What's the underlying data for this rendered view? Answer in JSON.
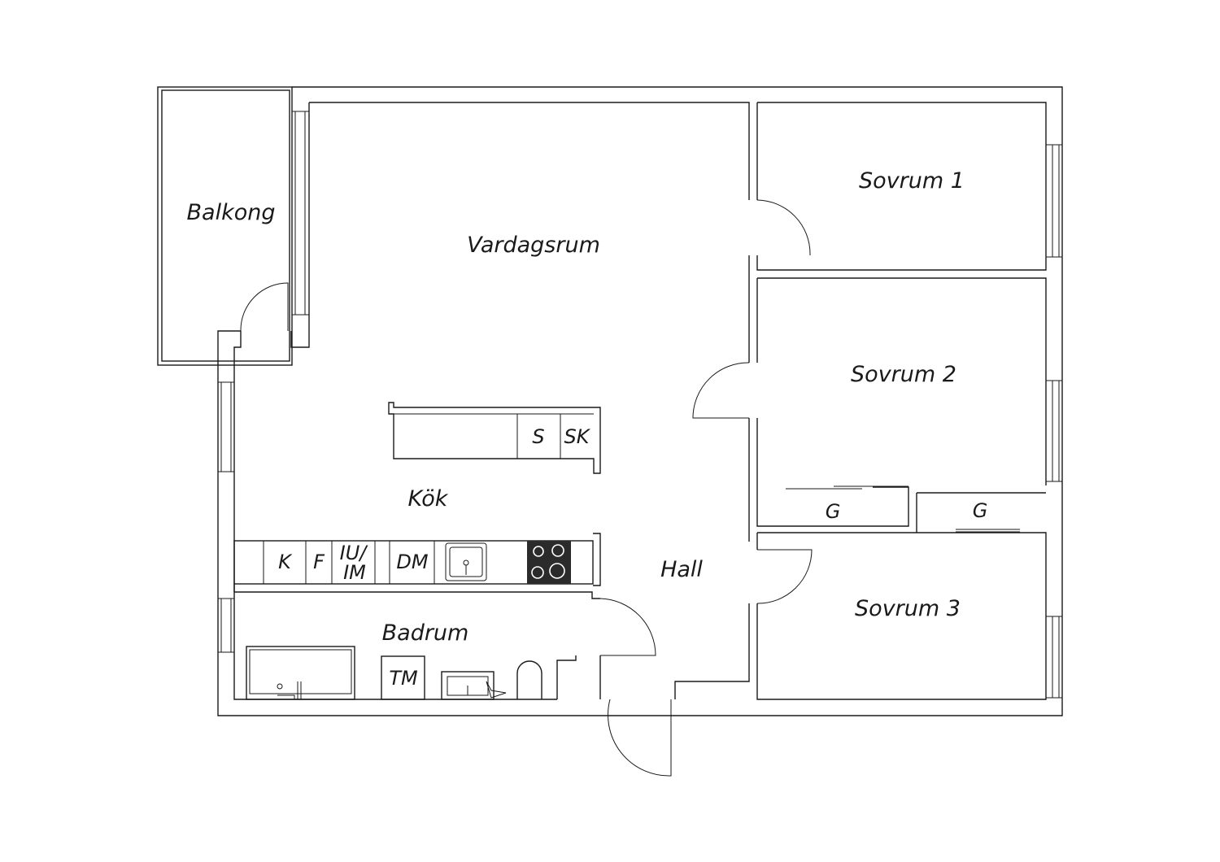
{
  "rooms": {
    "balkong": "Balkong",
    "vardagsrum": "Vardagsrum",
    "sovrum1": "Sovrum 1",
    "sovrum2": "Sovrum 2",
    "sovrum3": "Sovrum 3",
    "kok": "Kök",
    "hall": "Hall",
    "badrum": "Badrum"
  },
  "fixtures": {
    "island_s": "S",
    "island_sk": "SK",
    "kitchen_k": "K",
    "kitchen_f": "F",
    "kitchen_iu": "IU/",
    "kitchen_im": "IM",
    "kitchen_dm": "DM",
    "wardrobe_1": "G",
    "wardrobe_2": "G",
    "bath_tm": "TM"
  },
  "colors": {
    "line": "#1a1a1a",
    "background": "#ffffff",
    "stove": "#2b2b2b"
  }
}
